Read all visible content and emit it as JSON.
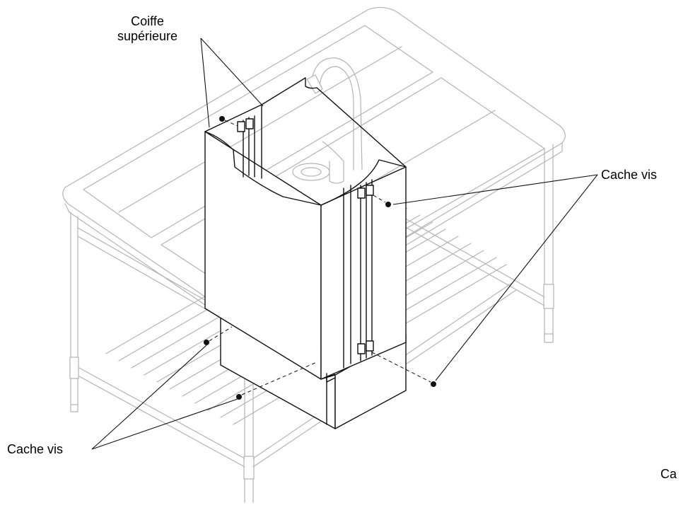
{
  "labels": {
    "top_cover": "Coiffe\nsupérieure",
    "screw_covers_right": "Cache vis",
    "screw_covers_left": "Cache vis",
    "clipped_bottom_right": "Ca"
  },
  "colors": {
    "table_outline": "#b4b4b4",
    "cover_outline": "#111111",
    "background": "#ffffff"
  }
}
